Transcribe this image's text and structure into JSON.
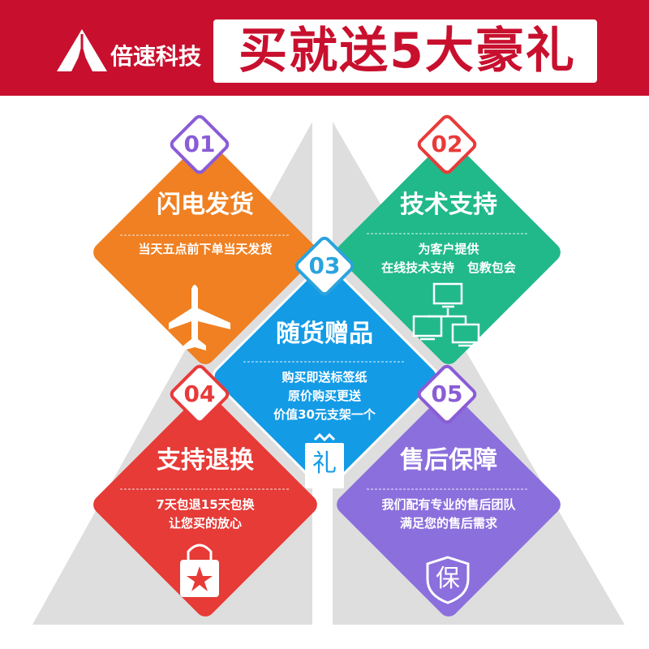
{
  "header": {
    "brand": "倍速科技",
    "headline": "买就送5大豪礼",
    "colors": {
      "banner": "#c8102e",
      "text": "#ffffff"
    }
  },
  "cards": [
    {
      "number": "01",
      "title": "闪电发货",
      "lines": [
        "当天五点前下单当天发货"
      ],
      "icon": "airplane-icon",
      "color": "#f08022",
      "badge_color": "#8a5cd6"
    },
    {
      "number": "02",
      "title": "技术支持",
      "lines": [
        "为客户提供",
        "在线技术支持   包教包会"
      ],
      "icon": "computer-network-icon",
      "color": "#21b98a",
      "badge_color": "#e83a3a"
    },
    {
      "number": "03",
      "title": "随货赠品",
      "lines": [
        "购买即送标签纸",
        "原价购买更送",
        "价值30元支架一个"
      ],
      "icon": "gift-bag-icon",
      "icon_text": "礼",
      "color": "#139be6",
      "badge_color": "#2aa3dd"
    },
    {
      "number": "04",
      "title": "支持退换",
      "lines": [
        "7天包退15天包换",
        "让您买的放心"
      ],
      "icon": "shopping-bag-star-icon",
      "color": "#e63b37",
      "badge_color": "#e83a3a"
    },
    {
      "number": "05",
      "title": "售后保障",
      "lines": [
        "我们配有专业的售后团队",
        "满足您的售后需求"
      ],
      "icon": "shield-icon",
      "icon_text": "保",
      "color": "#8b6fdd",
      "badge_color": "#8a5cd6"
    }
  ]
}
